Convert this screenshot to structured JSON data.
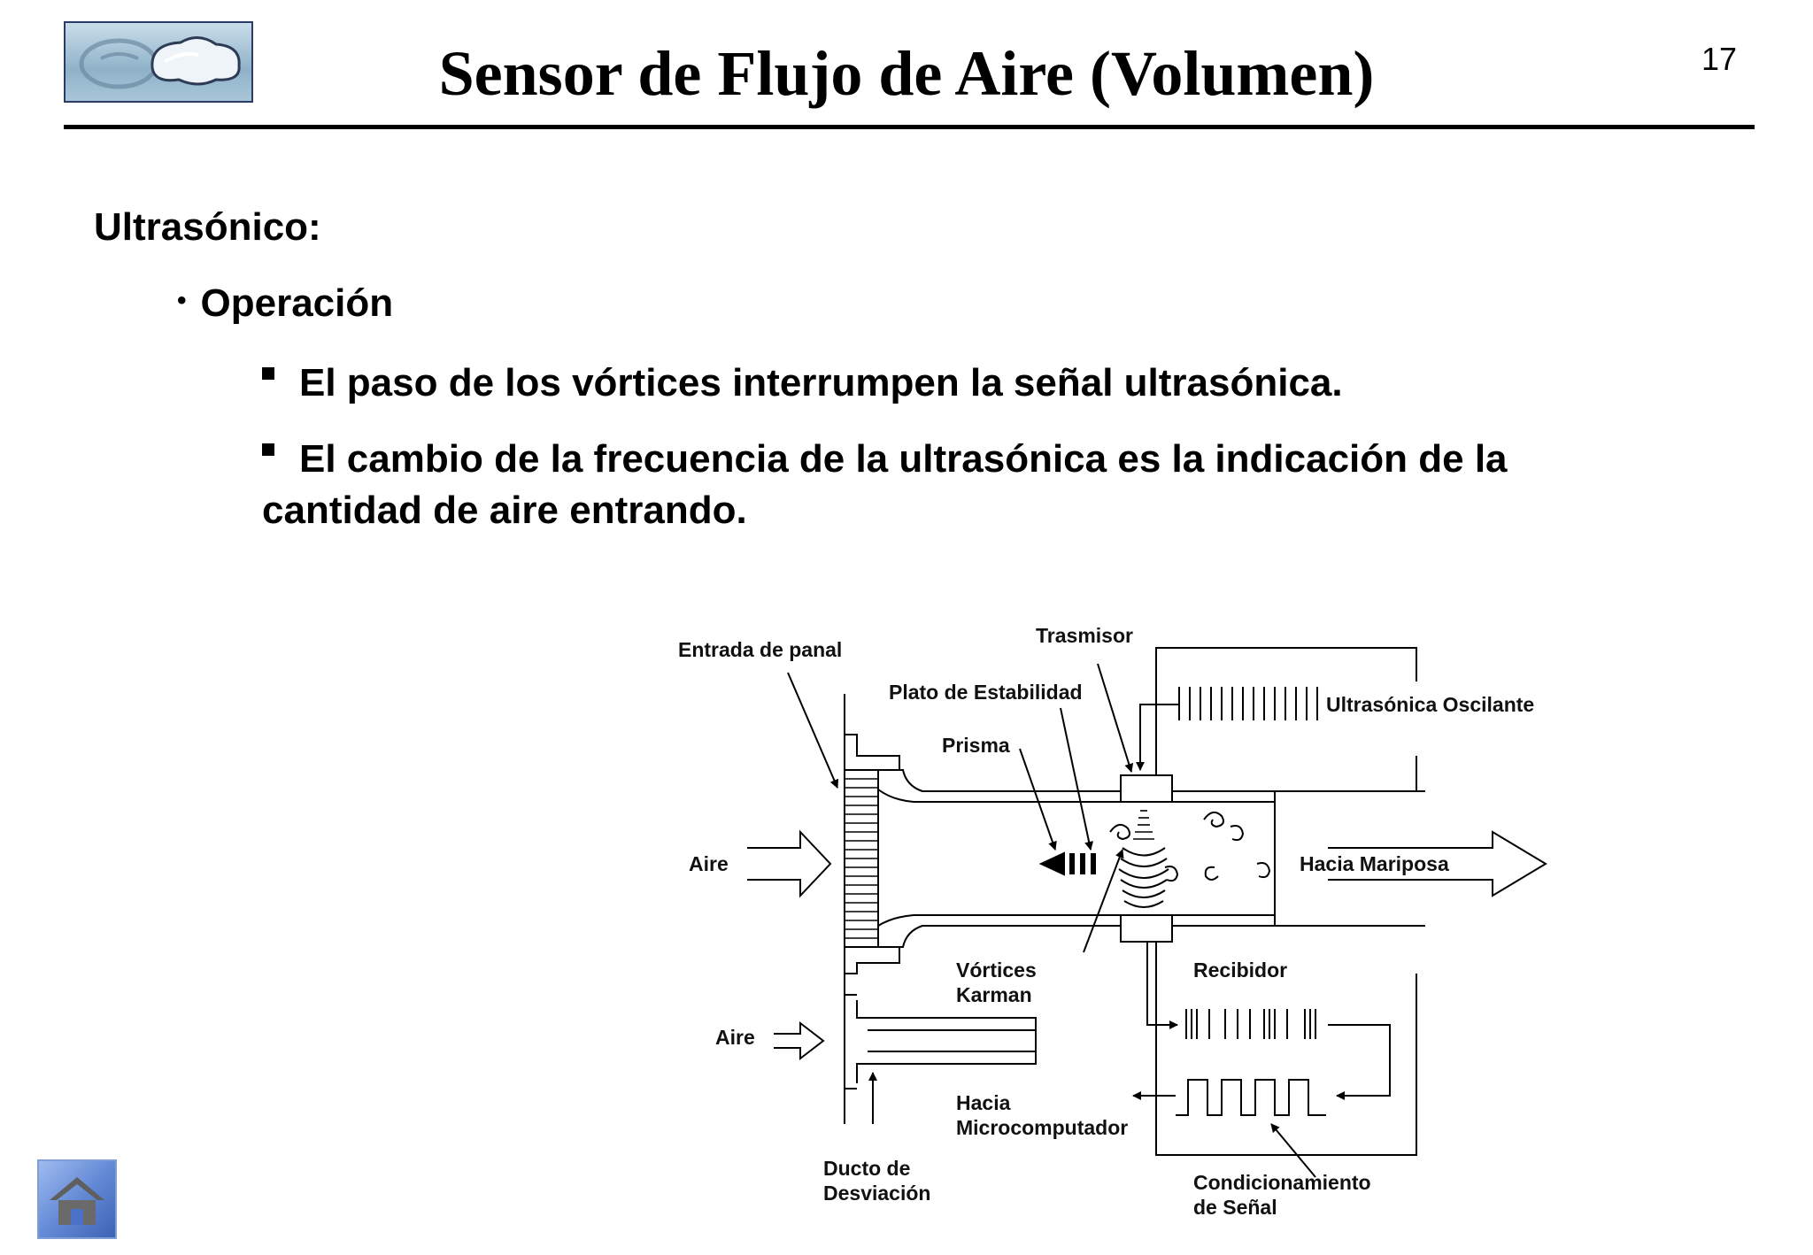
{
  "header": {
    "title": "Sensor de Flujo de Aire (Volumen)",
    "page_number": "17"
  },
  "content": {
    "heading": "Ultrasónico:",
    "bullet": "Operación",
    "sub_bullets": [
      "El paso de los vórtices interrumpen la señal ultrasónica.",
      "El cambio de la frecuencia de la ultrasónica es la indicación de la cantidad de aire entrando."
    ]
  },
  "diagram": {
    "labels": {
      "entrada_panal": "Entrada de panal",
      "trasmisor": "Trasmisor",
      "plato": "Plato de Estabilidad",
      "ultrasonica": "Ultrasónica Oscilante",
      "prisma": "Prisma",
      "aire_main": "Aire",
      "hacia_mariposa": "Hacia Mariposa",
      "vortices_1": "Vórtices",
      "vortices_2": "Karman",
      "recibidor": "Recibidor",
      "aire_bypass": "Aire",
      "hacia_1": "Hacia",
      "hacia_2": "Microcomputador",
      "ducto_1": "Ducto de",
      "ducto_2": "Desviación",
      "cond_1": "Condicionamiento",
      "cond_2": "de Señal"
    }
  },
  "icons": {
    "logo": "company-logo",
    "home": "home-icon"
  }
}
